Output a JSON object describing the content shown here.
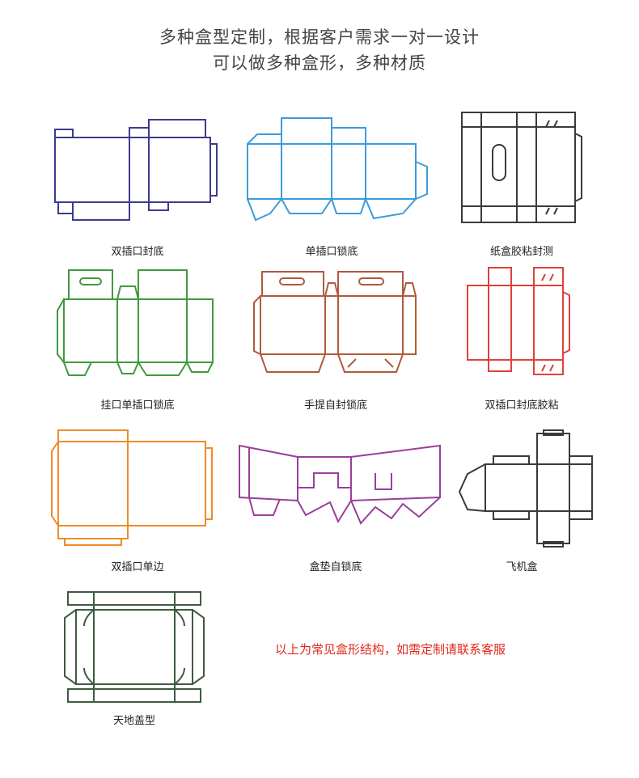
{
  "header": {
    "line1": "多种盒型定制，根据客户需求一对一设计",
    "line2": "可以做多种盒形，多种材质"
  },
  "boxes": [
    {
      "label": "双插口封底",
      "color": "#3d3a8f"
    },
    {
      "label": "单插口锁底",
      "color": "#3d9bdc"
    },
    {
      "label": "纸盒胶粘封测",
      "color": "#3a3a3a"
    },
    {
      "label": "挂口单插口锁底",
      "color": "#3f9a3f"
    },
    {
      "label": "手提自封锁底",
      "color": "#b05a3c"
    },
    {
      "label": "双插口封底胶粘",
      "color": "#e0403a"
    },
    {
      "label": "双插口单边",
      "color": "#f08a2a"
    },
    {
      "label": "盒垫自锁底",
      "color": "#9a3f9a"
    },
    {
      "label": "飞机盒",
      "color": "#3a3a3a"
    },
    {
      "label": "天地盖型",
      "color": "#3f5a3f"
    }
  ],
  "note": "以上为常见盒形结构，如需定制请联系客服"
}
